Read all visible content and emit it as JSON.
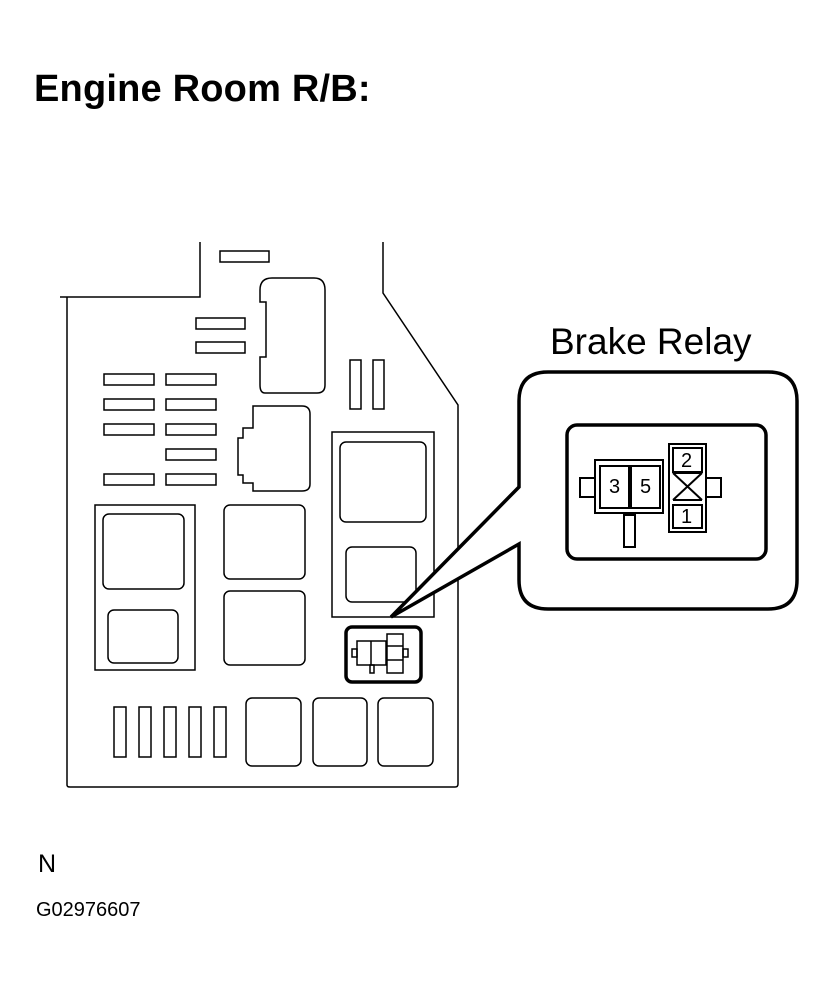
{
  "title": "Engine Room R/B:",
  "callout": {
    "label": "Brake Relay",
    "pins": [
      "3",
      "5",
      "2",
      "1"
    ]
  },
  "orientation_mark": "N",
  "figure_code": "G02976607",
  "colors": {
    "line": "#000000",
    "background": "#ffffff"
  }
}
